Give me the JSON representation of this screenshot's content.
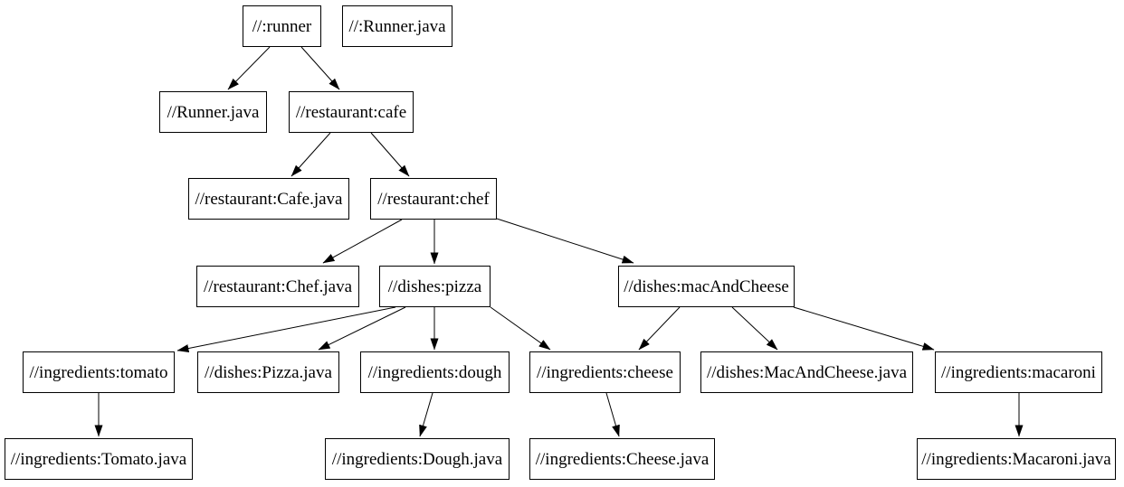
{
  "graph": {
    "type": "dependency-graph",
    "colors": {
      "background": "#ffffff",
      "node_fill": "#ffffff",
      "node_border": "#000000",
      "edge": "#000000",
      "text": "#000000"
    },
    "nodes": [
      {
        "id": "runner",
        "label": "//:runner"
      },
      {
        "id": "runner-java-target",
        "label": "//:Runner.java"
      },
      {
        "id": "runner-java",
        "label": "//Runner.java"
      },
      {
        "id": "cafe",
        "label": "//restaurant:cafe"
      },
      {
        "id": "cafe-java",
        "label": "//restaurant:Cafe.java"
      },
      {
        "id": "chef",
        "label": "//restaurant:chef"
      },
      {
        "id": "chef-java",
        "label": "//restaurant:Chef.java"
      },
      {
        "id": "pizza",
        "label": "//dishes:pizza"
      },
      {
        "id": "mac-and-cheese",
        "label": "//dishes:macAndCheese"
      },
      {
        "id": "tomato",
        "label": "//ingredients:tomato"
      },
      {
        "id": "pizza-java",
        "label": "//dishes:Pizza.java"
      },
      {
        "id": "dough",
        "label": "//ingredients:dough"
      },
      {
        "id": "cheese",
        "label": "//ingredients:cheese"
      },
      {
        "id": "mac-and-cheese-java",
        "label": "//dishes:MacAndCheese.java"
      },
      {
        "id": "macaroni",
        "label": "//ingredients:macaroni"
      },
      {
        "id": "tomato-java",
        "label": "//ingredients:Tomato.java"
      },
      {
        "id": "dough-java",
        "label": "//ingredients:Dough.java"
      },
      {
        "id": "cheese-java",
        "label": "//ingredients:Cheese.java"
      },
      {
        "id": "macaroni-java",
        "label": "//ingredients:Macaroni.java"
      }
    ],
    "edges": [
      {
        "from": "//:runner",
        "to": "//Runner.java"
      },
      {
        "from": "//:runner",
        "to": "//restaurant:cafe"
      },
      {
        "from": "//restaurant:cafe",
        "to": "//restaurant:Cafe.java"
      },
      {
        "from": "//restaurant:cafe",
        "to": "//restaurant:chef"
      },
      {
        "from": "//restaurant:chef",
        "to": "//restaurant:Chef.java"
      },
      {
        "from": "//restaurant:chef",
        "to": "//dishes:pizza"
      },
      {
        "from": "//restaurant:chef",
        "to": "//dishes:macAndCheese"
      },
      {
        "from": "//dishes:pizza",
        "to": "//ingredients:tomato"
      },
      {
        "from": "//dishes:pizza",
        "to": "//dishes:Pizza.java"
      },
      {
        "from": "//dishes:pizza",
        "to": "//ingredients:dough"
      },
      {
        "from": "//dishes:pizza",
        "to": "//ingredients:cheese"
      },
      {
        "from": "//dishes:macAndCheese",
        "to": "//ingredients:cheese"
      },
      {
        "from": "//dishes:macAndCheese",
        "to": "//dishes:MacAndCheese.java"
      },
      {
        "from": "//dishes:macAndCheese",
        "to": "//ingredients:macaroni"
      },
      {
        "from": "//ingredients:tomato",
        "to": "//ingredients:Tomato.java"
      },
      {
        "from": "//ingredients:dough",
        "to": "//ingredients:Dough.java"
      },
      {
        "from": "//ingredients:cheese",
        "to": "//ingredients:Cheese.java"
      },
      {
        "from": "//ingredients:macaroni",
        "to": "//ingredients:Macaroni.java"
      }
    ]
  }
}
